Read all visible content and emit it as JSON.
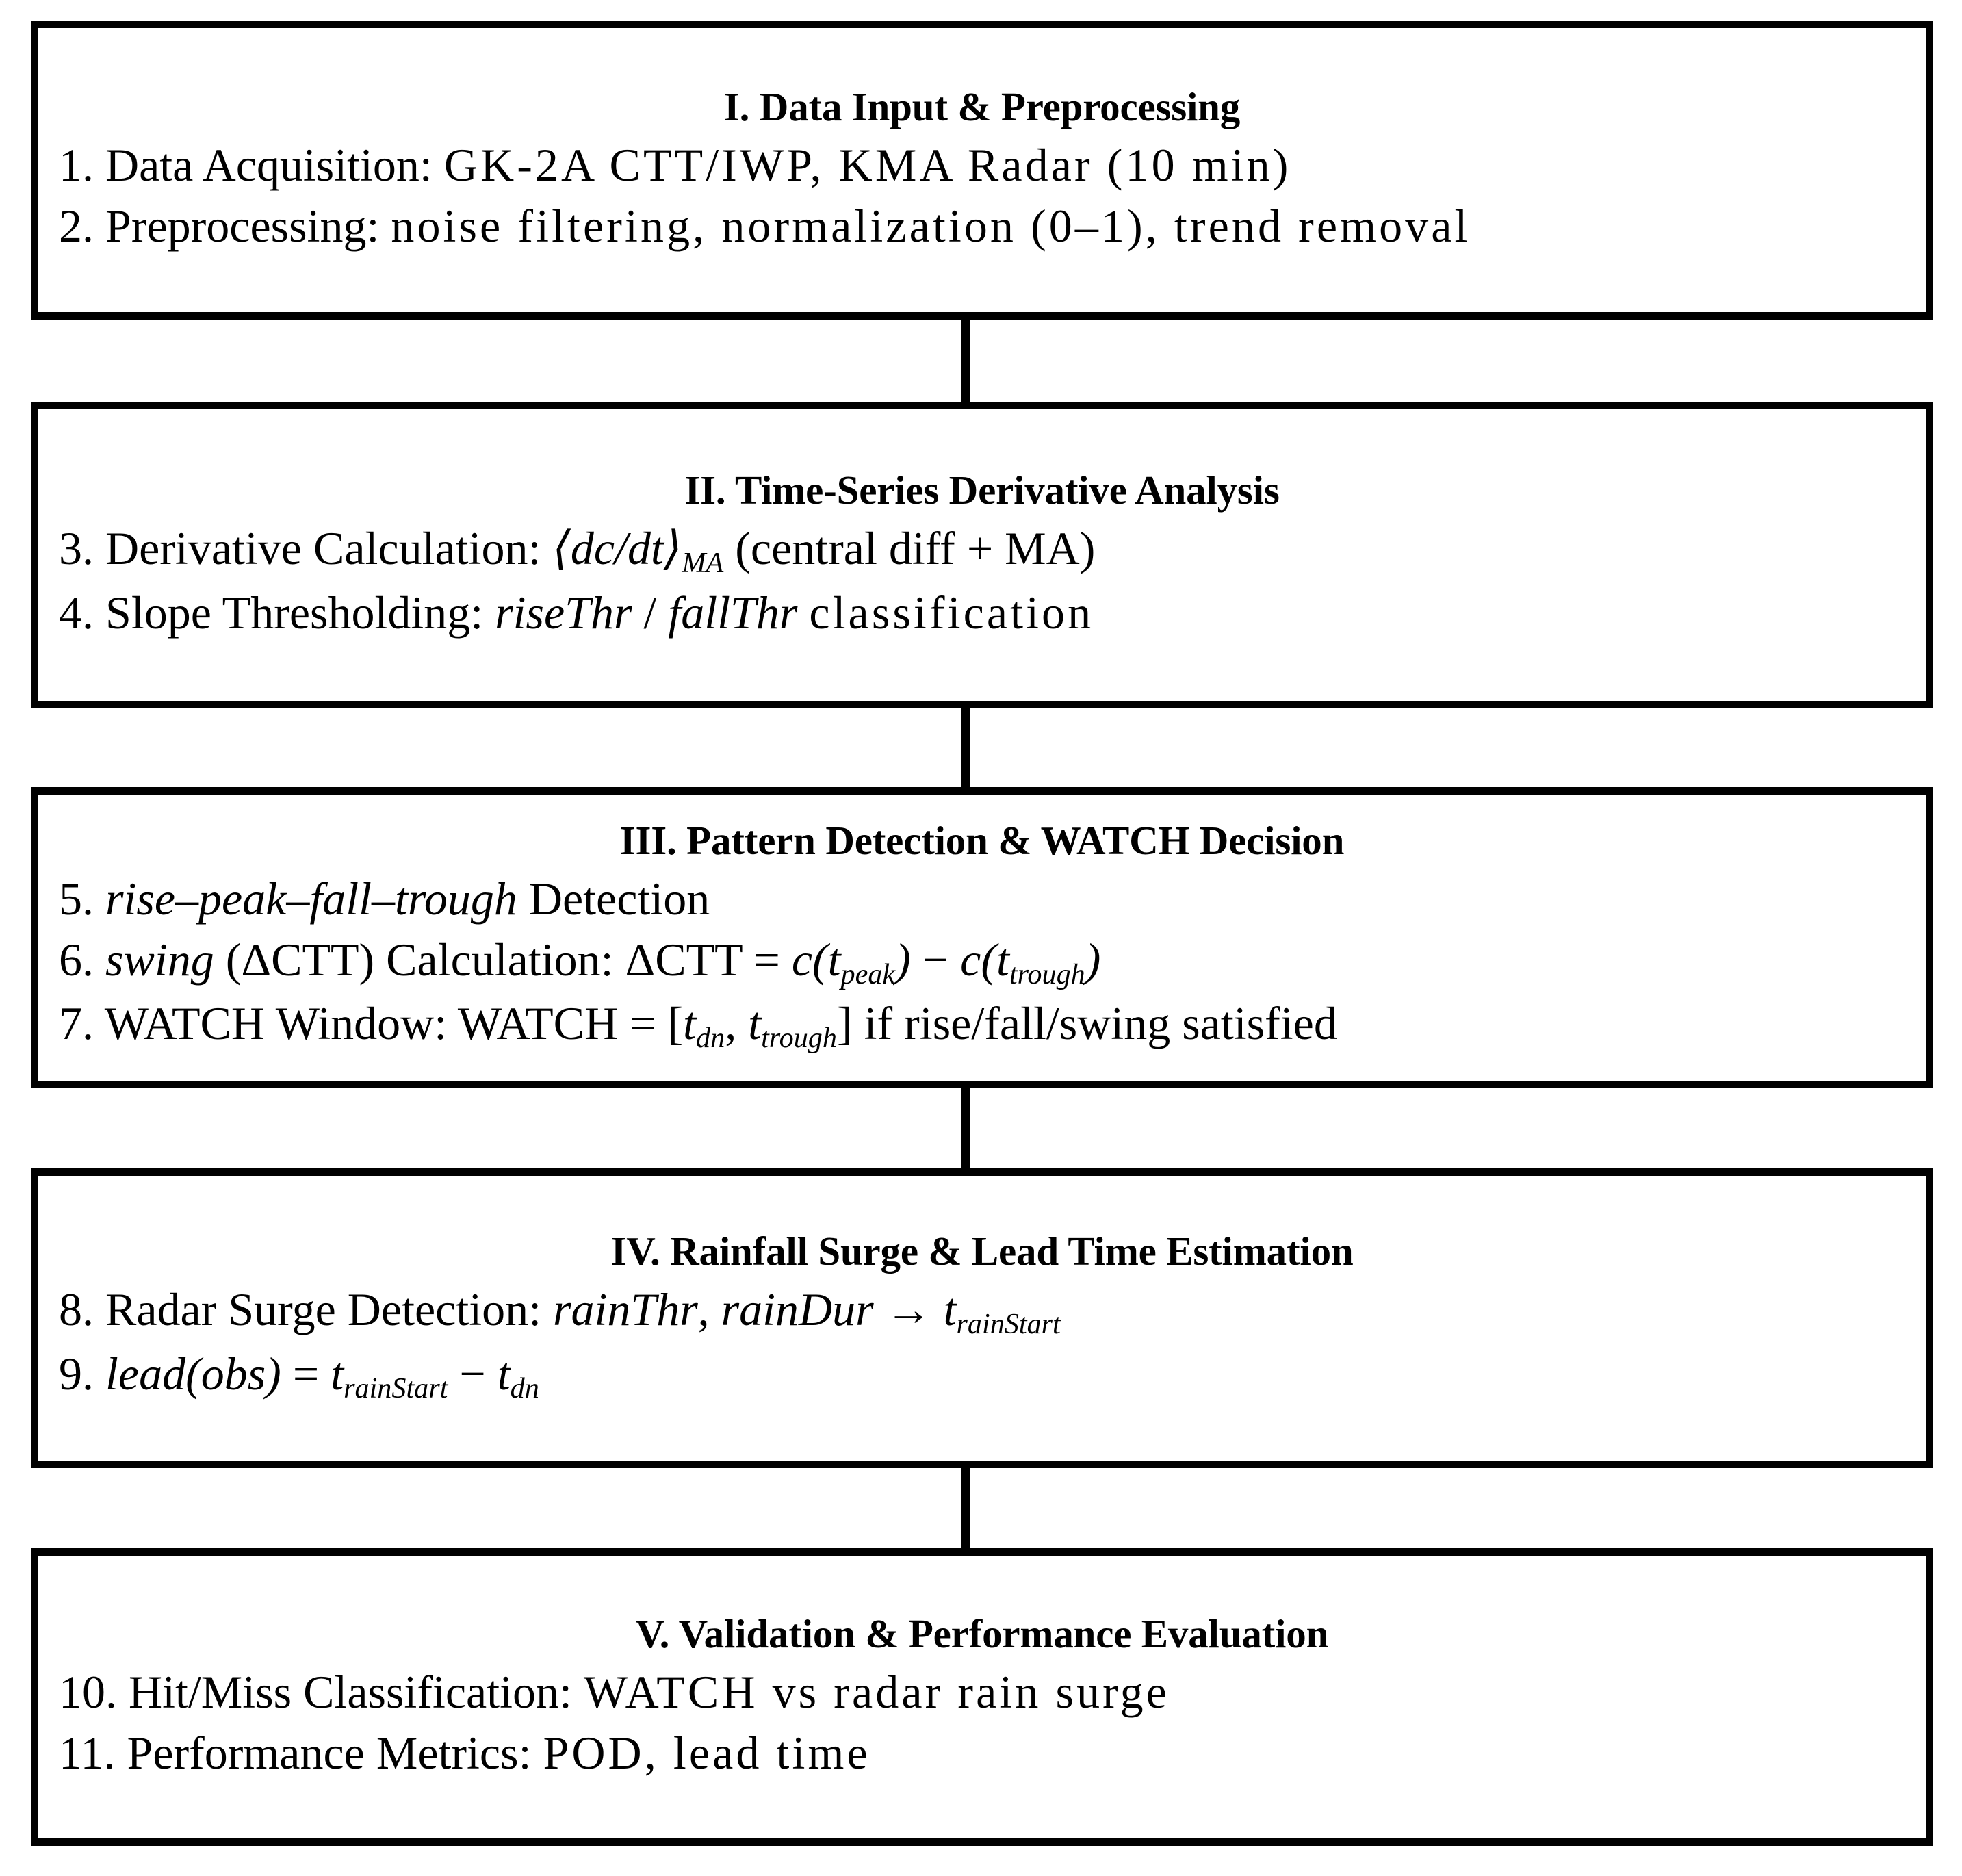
{
  "figure": {
    "type": "flowchart",
    "orientation": "vertical",
    "box_count": 5,
    "connector_count": 4,
    "border_color": "#000000",
    "background_color": "#ffffff",
    "text_color": "#000000"
  },
  "stages": [
    {
      "id": "stage-1",
      "title": "I. Data Input & Preprocessing",
      "lines": [
        {
          "number": "1.",
          "label": "Data Acquisition:",
          "detail": "GK-2A CTT/IWP, KMA Radar (10 min)",
          "plain": "1. Data Acquisition:  GK-2A CTT/IWP, KMA Radar (10 min)"
        },
        {
          "number": "2.",
          "label": "Preprocessing:",
          "detail": "noise filtering, normalization (0–1), trend removal",
          "plain": "2. Preprocessing:  noise filtering, normalization (0–1), trend removal"
        }
      ]
    },
    {
      "id": "stage-2",
      "title": "II. Time-Series Derivative Analysis",
      "lines": [
        {
          "number": "3.",
          "label": "Derivative Calculation:",
          "formula_lead": "⟨dc/dt⟩",
          "formula_sub": "MA",
          "formula_tail": "(central diff + MA)",
          "plain": "3. Derivative Calculation: ⟨dc/dt⟩_MA (central diff + MA)"
        },
        {
          "number": "4.",
          "label": "Slope Thresholding:",
          "italic_a": "riseThr",
          "separator": "/",
          "italic_b": "fallThr",
          "tail": "classification",
          "plain": "4. Slope Thresholding: riseThr / fallThr  classification"
        }
      ]
    },
    {
      "id": "stage-3",
      "title": "III. Pattern Detection & WATCH Decision",
      "lines": [
        {
          "number": "5.",
          "italic_a": "rise–peak–fall–trough",
          "tail": "Detection",
          "plain": "5. rise–peak–fall–trough Detection"
        },
        {
          "number": "6.",
          "italic_a": "swing",
          "mid": "(ΔCTT) Calculation: ΔCTT =",
          "formula": "c(t_peak) − c(t_trough)",
          "plain": "6. swing (ΔCTT) Calculation: ΔCTT = c(t_peak) − c(t_trough)"
        },
        {
          "number": "7.",
          "label": "WATCH Window: WATCH =",
          "formula": "[t_dn, t_trough]",
          "tail": "if rise/fall/swing  satisfied",
          "plain": "7. WATCH Window: WATCH = [t_dn, t_trough] if rise/fall/swing  satisfied"
        }
      ]
    },
    {
      "id": "stage-4",
      "title": "IV. Rainfall Surge & Lead Time Estimation",
      "lines": [
        {
          "number": "8.",
          "label": "Radar Surge Detection:",
          "italic_a": "rainThr",
          "italic_b": "rainDur",
          "arrow": "→",
          "formula": "t_rainStart",
          "plain": "8. Radar Surge Detection: rainThr, rainDur → t_rainStart"
        },
        {
          "number": "9.",
          "italic_a": "lead(obs)",
          "eq": "=",
          "formula": "t_rainStart − t_dn",
          "plain": "9. lead(obs) = t_rainStart − t_dn"
        }
      ]
    },
    {
      "id": "stage-5",
      "title": "V. Validation & Performance Evaluation",
      "lines": [
        {
          "number": "10.",
          "label": "Hit/Miss Classification:",
          "detail": "WATCH vs radar rain surge",
          "plain": "10. Hit/Miss Classification:  WATCH vs radar rain surge"
        },
        {
          "number": "11.",
          "label": "Performance Metrics:",
          "detail": "POD, lead time",
          "plain": "11. Performance Metrics:  POD, lead time"
        }
      ]
    }
  ],
  "symbols": {
    "subscript_MA": "MA",
    "subscript_peak": "peak",
    "subscript_trough": "trough",
    "subscript_dn": "dn",
    "subscript_rainStart": "rainStart",
    "delta": "Δ",
    "minus": "−",
    "arrow_right": "→",
    "angle_open": "⟨",
    "angle_close": "⟩"
  }
}
